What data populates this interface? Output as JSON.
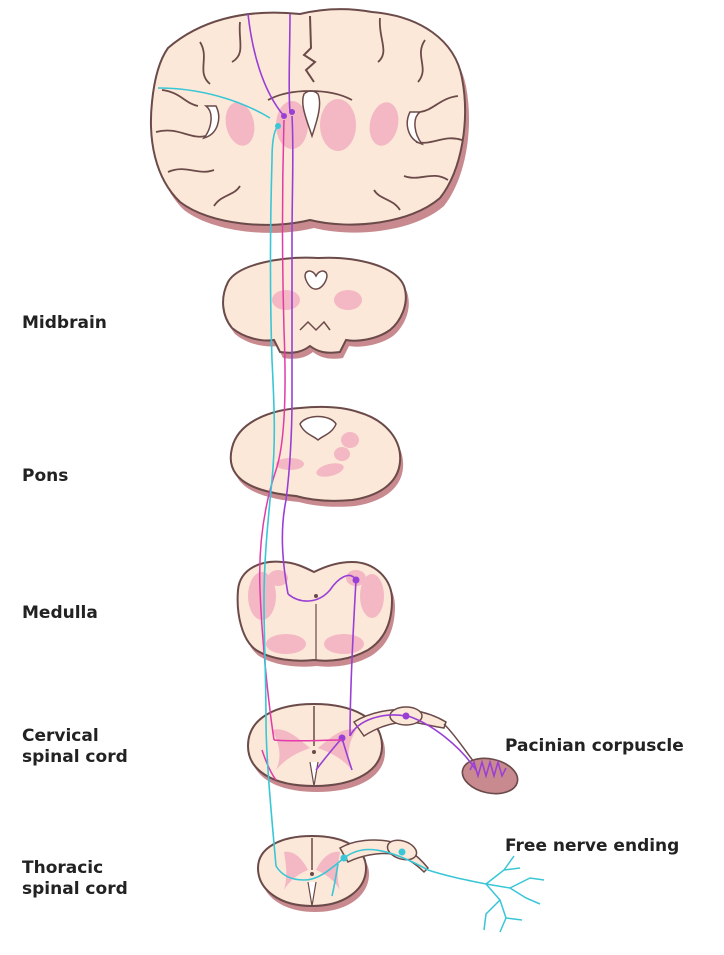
{
  "labels": {
    "midbrain": "Midbrain",
    "pons": "Pons",
    "medulla": "Medulla",
    "cervical_line1": "Cervical",
    "cervical_line2": "spinal cord",
    "thoracic_line1": "Thoracic",
    "thoracic_line2": "spinal cord",
    "pacinian": "Pacinian corpuscle",
    "free_nerve": "Free nerve ending"
  },
  "colors": {
    "tissue": "#fbe8d8",
    "tissue_outline": "#6b4a4a",
    "tissue_shadow": "#c88a8e",
    "nucleus": "#f3b8c4",
    "lemniscal_pathway": "#9a3fd6",
    "spinothalamic_pathway": "#39c6d6",
    "magenta_fiber": "#e23aa8"
  }
}
